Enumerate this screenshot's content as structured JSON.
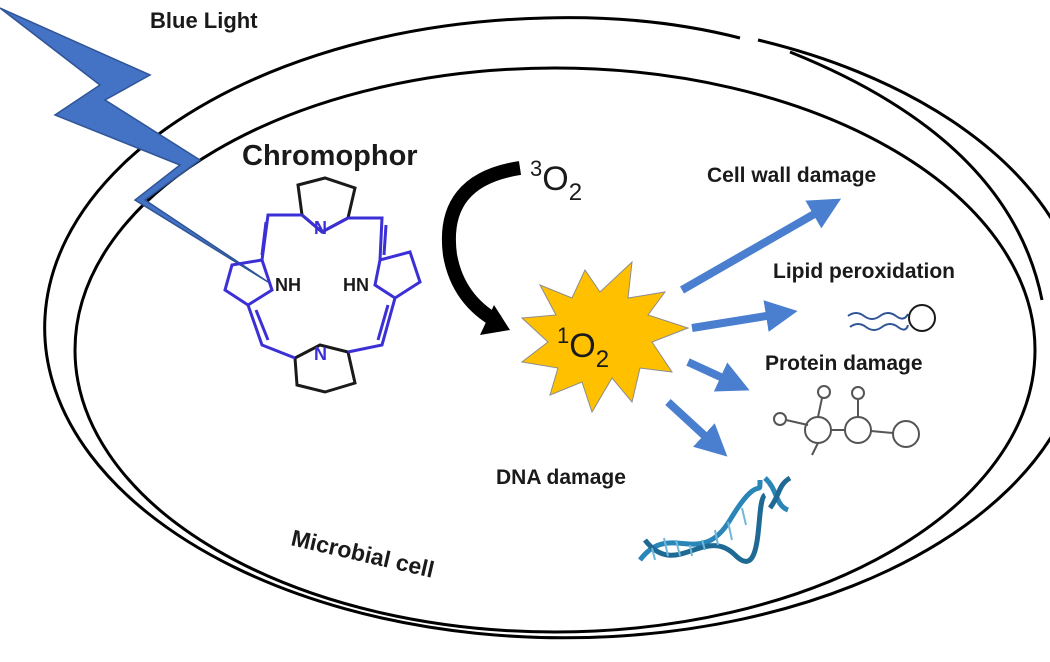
{
  "labels": {
    "blue_light": "Blue Light",
    "chromophor": "Chromophor",
    "triplet_oxygen_sup": "3",
    "triplet_oxygen_main": "O",
    "triplet_oxygen_sub": "2",
    "singlet_oxygen_sup": "1",
    "singlet_oxygen_main": "O",
    "singlet_oxygen_sub": "2",
    "cell_wall_damage": "Cell wall damage",
    "lipid_peroxidation": "Lipid peroxidation",
    "protein_damage": "Protein damage",
    "dna_damage": "DNA damage",
    "microbial_cell": "Microbial cell",
    "nh_left": "NH",
    "hn_right": "HN",
    "n_top": "N",
    "n_bottom": "N"
  },
  "colors": {
    "lightning": "#4472c4",
    "porphyrin": "#3b2fd6",
    "singlet_burst": "#ffc000",
    "arrows": "#4a7fd0",
    "cell_outline": "#000000",
    "dna": "#2a86b8"
  },
  "icons": {
    "lightning": "lightning-bolt-icon",
    "curved_arrow": "curved-arrow-icon",
    "burst": "starburst-icon",
    "lipid": "lipid-icon",
    "protein": "protein-icon",
    "dna": "dna-helix-icon"
  }
}
